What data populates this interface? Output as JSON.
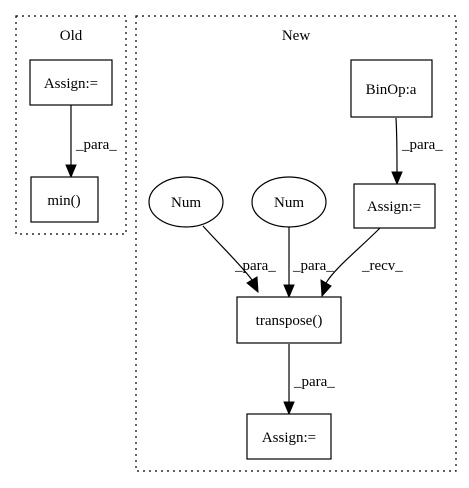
{
  "clusters": {
    "old": {
      "label": "Old"
    },
    "new": {
      "label": "New"
    }
  },
  "nodes": {
    "old_assign": "Assign:=",
    "old_min": "min()",
    "binop": "BinOp:a",
    "num1": "Num",
    "num2": "Num",
    "new_assign_recv": "Assign:=",
    "transpose": "transpose()",
    "new_assign_out": "Assign:="
  },
  "edges": {
    "old_assign_to_min": "_para_",
    "binop_to_assign": "_para_",
    "num1_to_transpose": "_para_",
    "num2_to_transpose": "_para_",
    "assign_to_transpose": "_recv_",
    "transpose_to_assign": "_para_"
  }
}
